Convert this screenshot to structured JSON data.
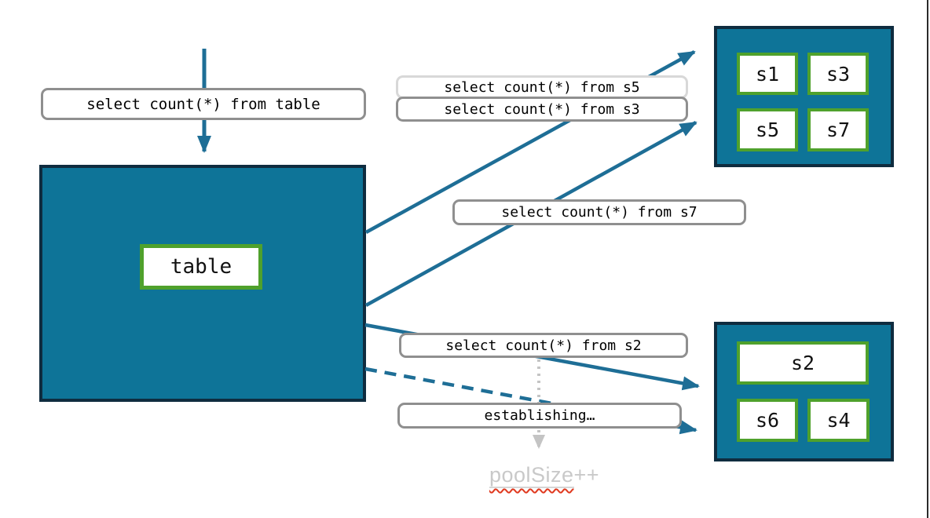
{
  "queries": {
    "table": "select count(*) from table",
    "s5": "select count(*) from s5",
    "s3": "select count(*) from s3",
    "s7": "select count(*) from s7",
    "s2": "select count(*) from s2",
    "establishing": "establishing…"
  },
  "source": {
    "label": "table"
  },
  "shard_pool_top": {
    "shards": [
      "s1",
      "s3",
      "s5",
      "s7"
    ]
  },
  "shard_pool_bottom": {
    "wide_shard": "s2",
    "shards": [
      "s6",
      "s4"
    ]
  },
  "annotation": {
    "pool_word": "poolSize",
    "pool_suffix": "++"
  },
  "colors": {
    "teal_fill": "#0E7498",
    "dark_border": "#0F2C3F",
    "green_border": "#4FA12C",
    "arrow": "#1E6E96",
    "gray_border": "#8F8F8F",
    "light_gray_border": "#D8D8D8",
    "dotted_arrow": "#C4C4C4",
    "pool_text": "#C9C9C9",
    "squiggle_red": "#E0391F"
  }
}
